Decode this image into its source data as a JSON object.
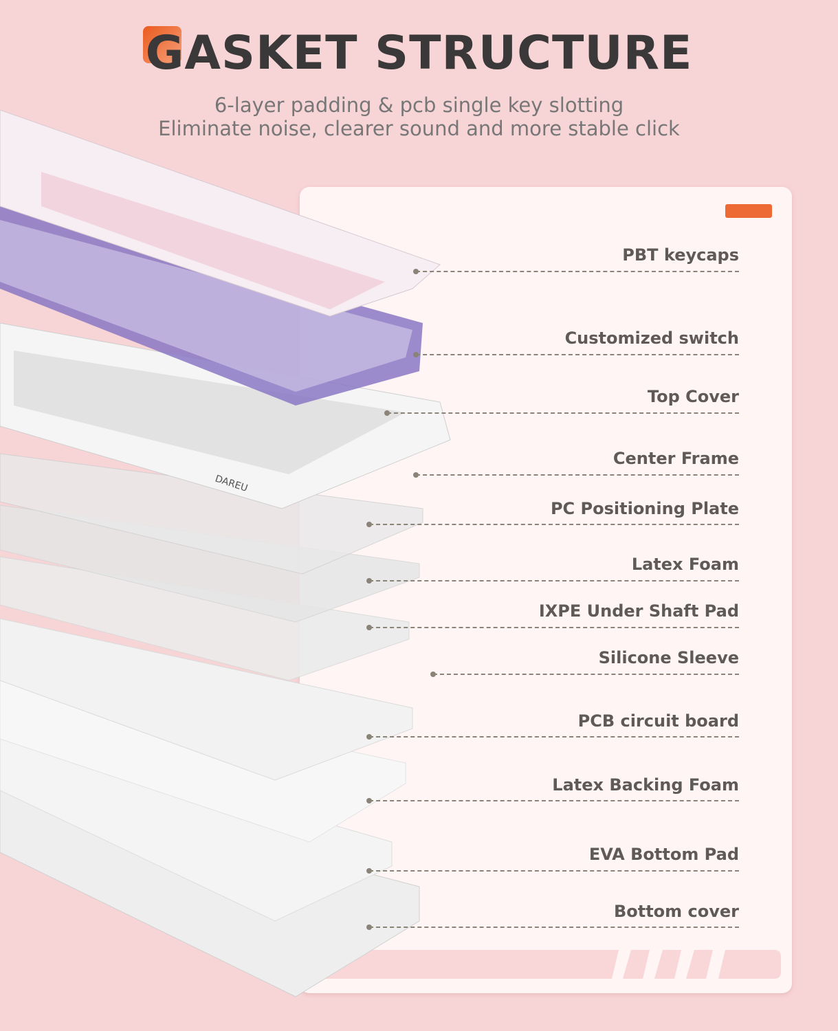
{
  "title": "GASKET STRUCTURE",
  "subtitle": {
    "line1": "6-layer padding & pcb single key slotting",
    "line2": "Eliminate noise, clearer sound and more stable click"
  },
  "brand_logo_text": "DAREU",
  "layers": [
    {
      "label": "PBT keycaps"
    },
    {
      "label": "Customized switch"
    },
    {
      "label": "Top Cover"
    },
    {
      "label": "Center Frame"
    },
    {
      "label": "PC Positioning Plate"
    },
    {
      "label": "Latex Foam"
    },
    {
      "label": "IXPE Under Shaft Pad"
    },
    {
      "label": "Silicone Sleeve"
    },
    {
      "label": "PCB circuit board"
    },
    {
      "label": "Latex Backing Foam"
    },
    {
      "label": "EVA Bottom Pad"
    },
    {
      "label": "Bottom cover"
    }
  ],
  "colors": {
    "background": "#f7d4d6",
    "accent": "#ee6a35",
    "card": "#fff5f5",
    "text": "#3a3838"
  }
}
